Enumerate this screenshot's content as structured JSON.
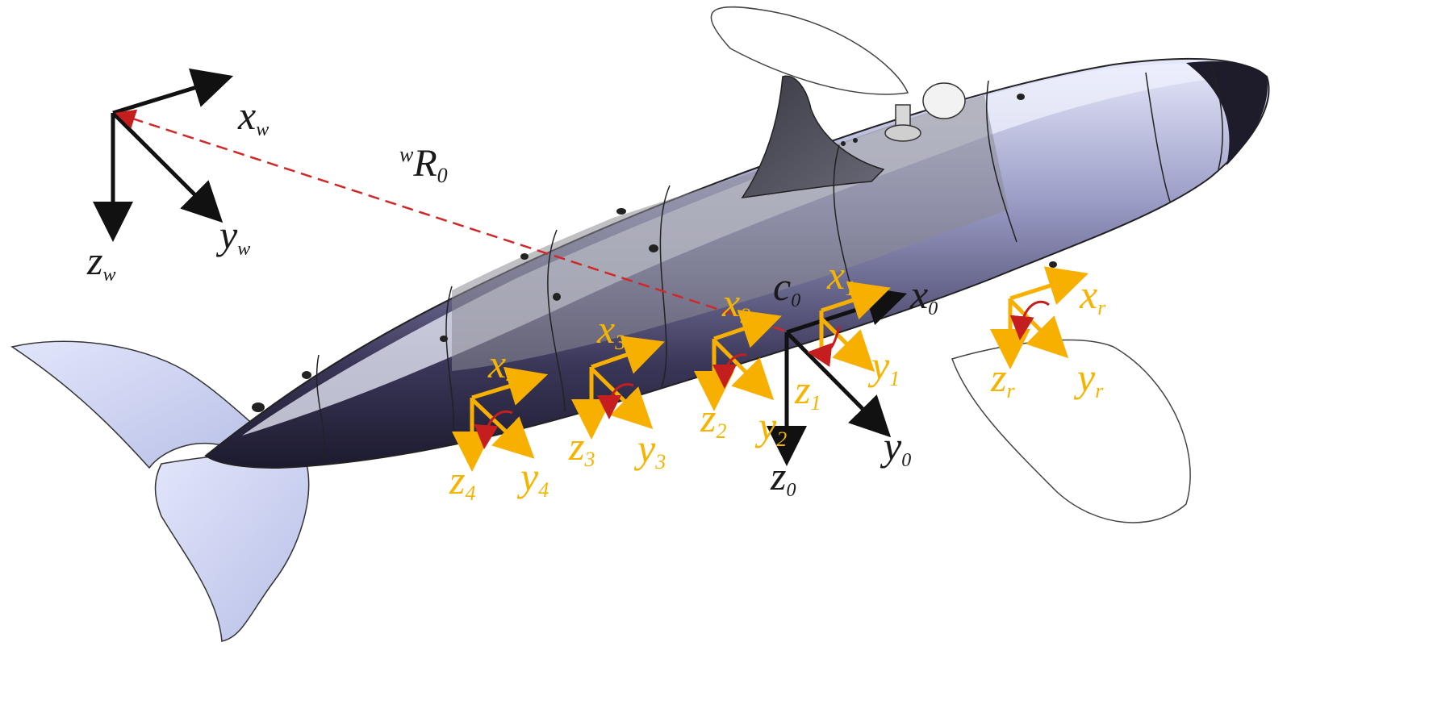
{
  "colors": {
    "world_axes": "#111111",
    "body_axes": "#111111",
    "segment_axes": "#f7b000",
    "rotation_arrows": "#c41e1e",
    "transform_vector": "#d02828",
    "hull_dark": "#2a2742",
    "hull_light": "#cfd3ee",
    "fins": "#c9d0f0"
  },
  "world_frame": {
    "x_main": "x",
    "x_sub": "w",
    "y_main": "y",
    "y_sub": "w",
    "z_main": "z",
    "z_sub": "w"
  },
  "transform": {
    "superscript": "w",
    "symbol": "R",
    "subscript": "0"
  },
  "body_frame": {
    "origin_main": "c",
    "origin_sub": "0",
    "x_main": "x",
    "x_sub": "0",
    "y_main": "y",
    "y_sub": "0",
    "z_main": "z",
    "z_sub": "0"
  },
  "segment_frames": [
    {
      "x_main": "x",
      "x_sub": "1",
      "y_main": "y",
      "y_sub": "1",
      "z_main": "z",
      "z_sub": "1"
    },
    {
      "x_main": "x",
      "x_sub": "2",
      "y_main": "y",
      "y_sub": "2",
      "z_main": "z",
      "z_sub": "2"
    },
    {
      "x_main": "x",
      "x_sub": "3",
      "y_main": "y",
      "y_sub": "3",
      "z_main": "z",
      "z_sub": "3"
    },
    {
      "x_main": "x",
      "x_sub": "4",
      "y_main": "y",
      "y_sub": "4",
      "z_main": "z",
      "z_sub": "4"
    },
    {
      "x_main": "x",
      "x_sub": "r",
      "y_main": "y",
      "y_sub": "r",
      "z_main": "z",
      "z_sub": "r"
    }
  ]
}
